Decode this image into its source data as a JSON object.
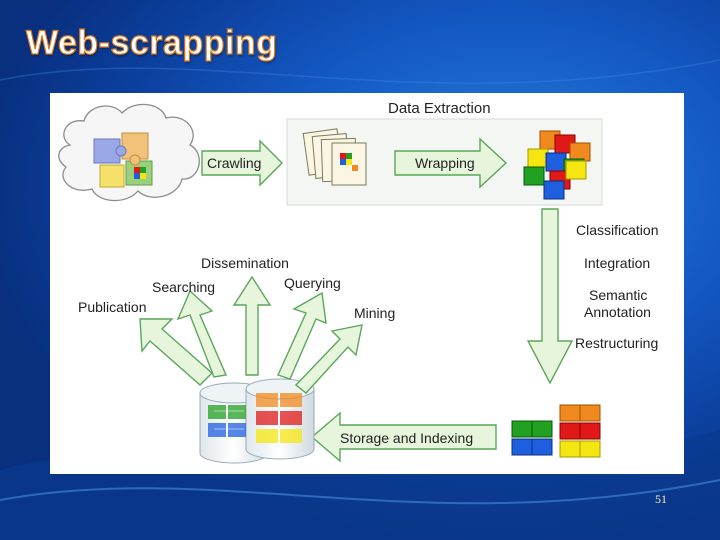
{
  "slide": {
    "title": "Web-scrapping",
    "page_number": "51"
  },
  "diagram": {
    "header": "Data Extraction",
    "steps": {
      "crawling": "Crawling",
      "wrapping": "Wrapping",
      "storage": "Storage and Indexing"
    },
    "processing": [
      "Classification",
      "Integration",
      "Semantic",
      "Annotation",
      "Restructuring"
    ],
    "uses": {
      "publication": "Publication",
      "searching": "Searching",
      "dissemination": "Dissemination",
      "querying": "Querying",
      "mining": "Mining"
    }
  },
  "colors": {
    "arrow_fill": "#e6f5dc",
    "arrow_stroke": "#5aa75a",
    "orange": "#f08a1e",
    "red": "#e01818",
    "green": "#22a022",
    "blue": "#1e5fe0",
    "yellow": "#f5e612"
  }
}
